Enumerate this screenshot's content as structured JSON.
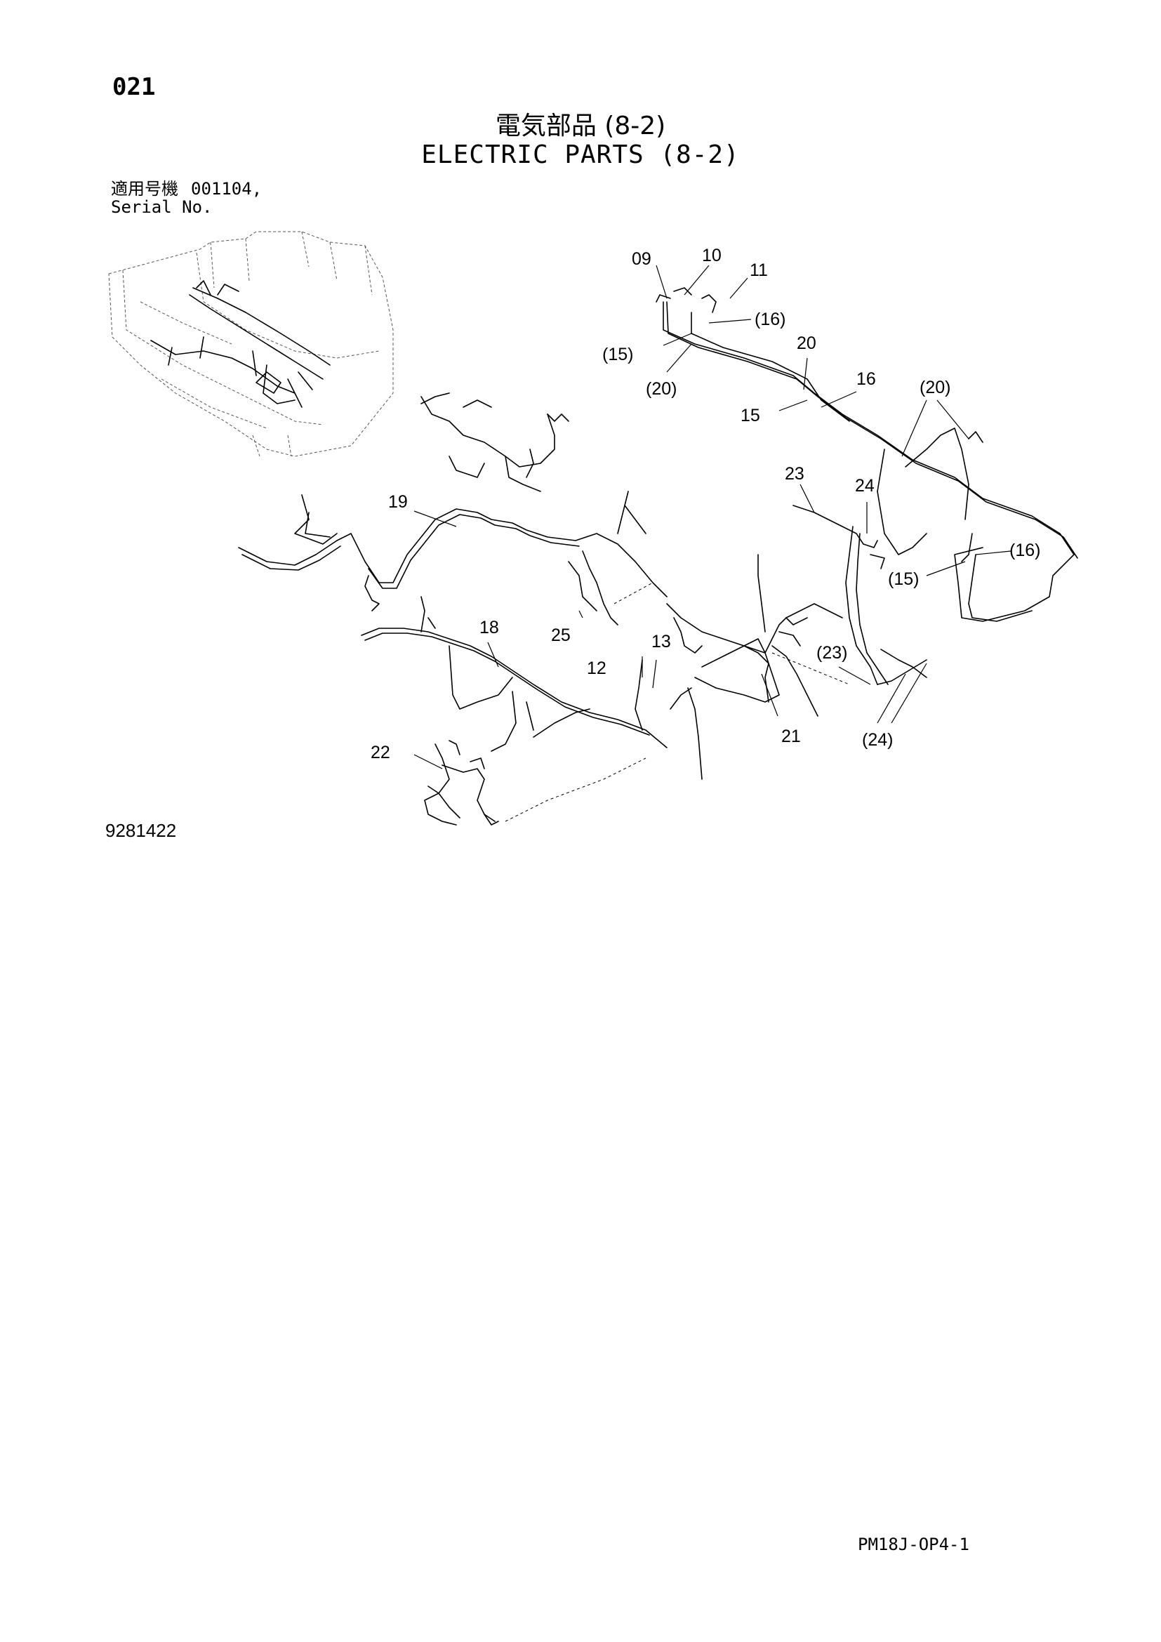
{
  "header": {
    "page_number": "021",
    "title_jp": "電気部品 (8-2)",
    "title_en": "ELECTRIC PARTS (8-2)",
    "serial_label_jp": "適用号機",
    "serial_value": "001104,",
    "serial_label_en": "Serial No."
  },
  "diagram": {
    "callouts": {
      "c09": "09",
      "c10": "10",
      "c11": "11",
      "c16a": "(16)",
      "c15a": "(15)",
      "c20a": "20",
      "c20b": "(20)",
      "c16b": "16",
      "c15b": "15",
      "c20c": "(20)",
      "c23a": "23",
      "c24a": "24",
      "c19": "19",
      "c16c": "(16)",
      "c15c": "(15)",
      "c18": "18",
      "c25": "25",
      "c13": "13",
      "c12": "12",
      "c23b": "(23)",
      "c21": "21",
      "c24b": "(24)",
      "c22": "22"
    },
    "drawing_number": "9281422"
  },
  "footer": {
    "code": "PM18J-OP4-1"
  }
}
